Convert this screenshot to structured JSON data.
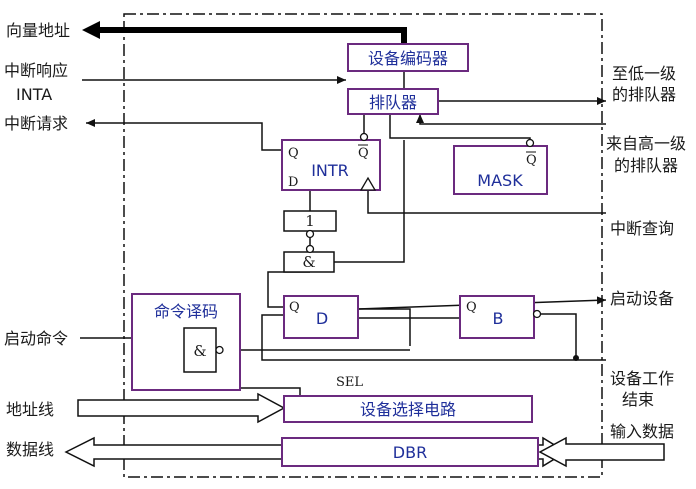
{
  "left_labels": {
    "vector_address": "向量地址",
    "int_ack": "中断响应",
    "inta": "INTA",
    "int_request": "中断请求",
    "start_cmd": "启动命令",
    "address_line": "地址线",
    "data_line": "数据线"
  },
  "right_labels": {
    "to_lower_1": "至低一级",
    "to_lower_2": "的排队器",
    "from_higher_1": "来自高一级",
    "from_higher_2": "的排队器",
    "int_query": "中断查询",
    "start_device": "启动设备",
    "device_done_1": "设备工作",
    "device_done_2": "结束",
    "input_data": "输入数据"
  },
  "blocks": {
    "encoder": "设备编码器",
    "queue": "排队器",
    "intr": "INTR",
    "mask": "MASK",
    "cmd_decode": "命令译码",
    "d_ff": "D",
    "b_ff": "B",
    "dev_select": "设备选择电路",
    "dbr": "DBR"
  },
  "gates": {
    "one": "1",
    "and1": "&",
    "and2": "&"
  },
  "pins": {
    "q": "Q",
    "d": "D",
    "sel": "SEL"
  },
  "colors": {
    "block_border": "#6b2a7f",
    "block_text": "#1f2f9a",
    "line": "#111111"
  }
}
